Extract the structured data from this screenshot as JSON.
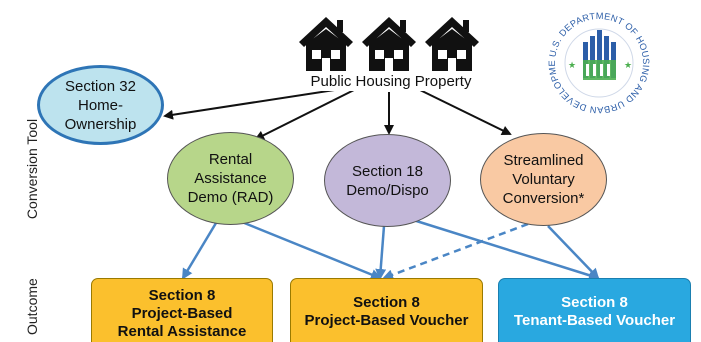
{
  "property": {
    "label": "Public Housing Property"
  },
  "side_labels": {
    "conversion_tool": "Conversion Tool",
    "outcome": "Outcome"
  },
  "tools": {
    "section32": "Section 32 Home-Ownership",
    "rad": "Rental Assistance Demo (RAD)",
    "section18": "Section 18 Demo/Dispo",
    "svc": "Streamlined Voluntary Conversion*"
  },
  "outcomes": {
    "pbra": {
      "line1": "Section 8",
      "line2": "Project-Based",
      "line3": "Rental Assistance"
    },
    "pbv": {
      "line1": "Section 8",
      "line2": "Project-Based Voucher"
    },
    "tbv": {
      "line1": "Section 8",
      "line2": "Tenant-Based Voucher"
    }
  },
  "seal": {
    "text": "U.S. DEPARTMENT OF HOUSING AND URBAN DEVELOPMENT"
  },
  "colors": {
    "section32_fill": "#bde3ee",
    "section32_border": "#2e75b6",
    "rad_fill": "#b7d68a",
    "section18_fill": "#c3b8d9",
    "svc_fill": "#f9c9a3",
    "outcome_gold": "#fbc02d",
    "outcome_blue": "#29a8e0",
    "arrow_blue": "#4a86c5",
    "arrow_black": "#111111",
    "seal_blue": "#2c5ea8",
    "seal_green": "#4caf50"
  }
}
